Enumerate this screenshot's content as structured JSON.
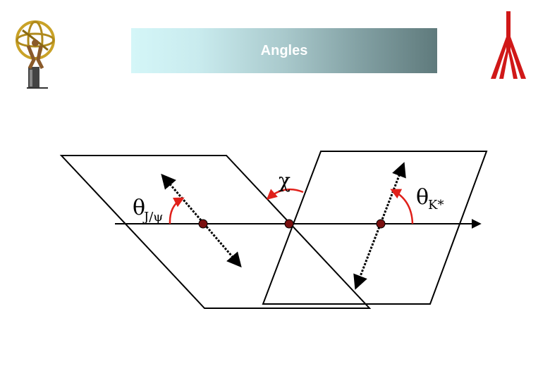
{
  "slide": {
    "title": "Angles"
  },
  "diagram": {
    "labels": {
      "chi": "χ",
      "theta_jpsi_symbol": "θ",
      "theta_jpsi_sub": "J/ψ",
      "theta_kstar_symbol": "θ",
      "theta_kstar_sub": "K*"
    },
    "colors": {
      "angle_arc": "#e0201a",
      "vertex": "#7a1010",
      "lines": "#000000"
    }
  },
  "logos": {
    "left": "atlas-globe-logo",
    "right": "lund-university-logo"
  }
}
